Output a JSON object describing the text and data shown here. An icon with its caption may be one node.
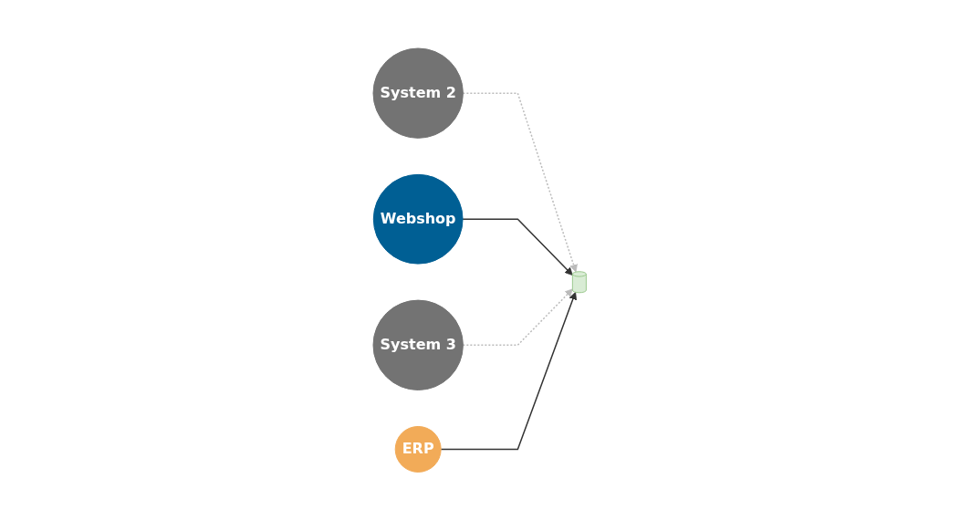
{
  "diagram": {
    "nodes": [
      {
        "text": [
          "System 2"
        ]
      },
      {
        "text": [
          "Webshop"
        ]
      },
      {
        "text": [
          "System 3"
        ]
      },
      {
        "text": [],
        "shape": "cylinder"
      },
      {
        "text": [
          "ERP"
        ]
      }
    ],
    "edges": [
      {
        "from": 0,
        "to": 3,
        "arrow": "to",
        "style": "dashed",
        "color": "#bbbbbb"
      },
      {
        "from": 1,
        "to": 3,
        "arrow": "to",
        "color": "#333333"
      },
      {
        "from": 2,
        "to": 3,
        "arrow": "to",
        "style": "dashed",
        "color": "#bbbbbb"
      },
      {
        "from": 4,
        "to": 3,
        "arrow": "to",
        "color": "#333333"
      }
    ]
  }
}
